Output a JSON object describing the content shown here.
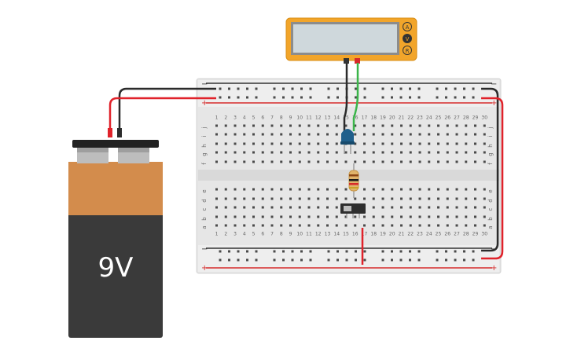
{
  "battery": {
    "label": "9V"
  },
  "multimeter": {
    "modes": [
      "A",
      "V",
      "R"
    ],
    "selected": "V",
    "display_value": ""
  },
  "breadboard": {
    "rail_minus": "−",
    "rail_plus": "+",
    "row_letters_top": [
      "j",
      "i",
      "h",
      "g",
      "f"
    ],
    "row_letters_bottom": [
      "e",
      "d",
      "c",
      "b",
      "a"
    ],
    "columns": [
      "1",
      "2",
      "3",
      "4",
      "5",
      "6",
      "7",
      "8",
      "9",
      "10",
      "11",
      "12",
      "13",
      "14",
      "15",
      "16",
      "17",
      "18",
      "19",
      "20",
      "21",
      "22",
      "23",
      "24",
      "25",
      "26",
      "27",
      "28",
      "29",
      "30"
    ]
  },
  "colors": {
    "board": "#e6e6e6",
    "board_border": "#d4d4d4",
    "rail_red": "#d62a2a",
    "rail_black": "#333333",
    "wire_red": "#e0222a",
    "wire_black": "#2b2b2b",
    "wire_green": "#3bb54a",
    "battery_top": "#d38c4c",
    "battery_bottom": "#3a3a3a",
    "meter_body": "#f2a52a",
    "meter_screen": "#cfd8dc",
    "led": "#1f5f8b"
  }
}
